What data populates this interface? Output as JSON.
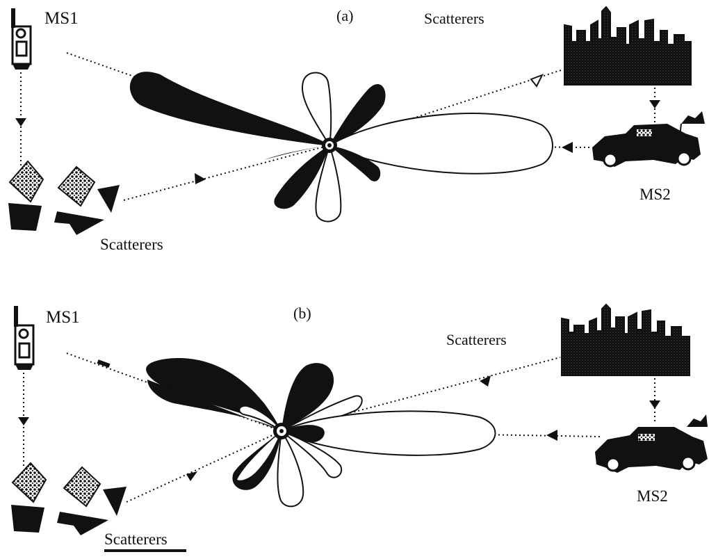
{
  "panels": [
    {
      "id": "a",
      "label": "(a)",
      "ms1": "MS1",
      "ms2": "MS2",
      "scatterers_top": "Scatterers",
      "scatterers_bottom": "Scatterers"
    },
    {
      "id": "b",
      "label": "(b)",
      "ms1": "MS1",
      "ms2": "MS2",
      "scatterers_top": "Scatterers",
      "scatterers_bottom": "Scatterers"
    }
  ],
  "colors": {
    "ink": "#111111",
    "paper": "#ffffff",
    "hatch": "#6a6a6a"
  },
  "icons": [
    "mobile-phone-icon",
    "building-skyline-icon",
    "car-icon",
    "scatterer-shapes-icon",
    "antenna-array-icon"
  ]
}
